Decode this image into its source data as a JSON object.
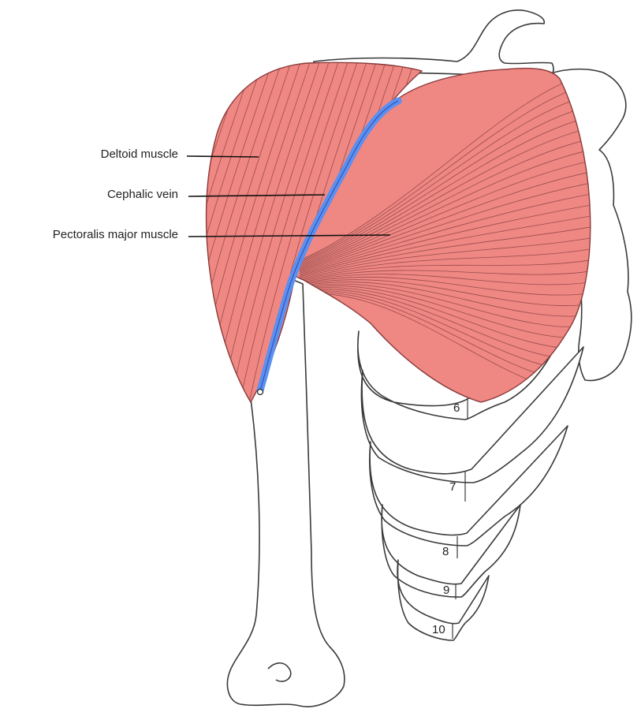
{
  "labels": {
    "deltoid": "Deltoid muscle",
    "cephalic_vein": "Cephalic vein",
    "pectoralis_major": "Pectoralis major muscle"
  },
  "rib_numbers": [
    "6",
    "7",
    "8",
    "9",
    "10"
  ],
  "colors": {
    "muscle": "#ef8783",
    "muscle_edge": "#8a3b3b",
    "vein": "#5b8ff0",
    "bone_outline": "#3a3a3a",
    "background": "#ffffff"
  }
}
